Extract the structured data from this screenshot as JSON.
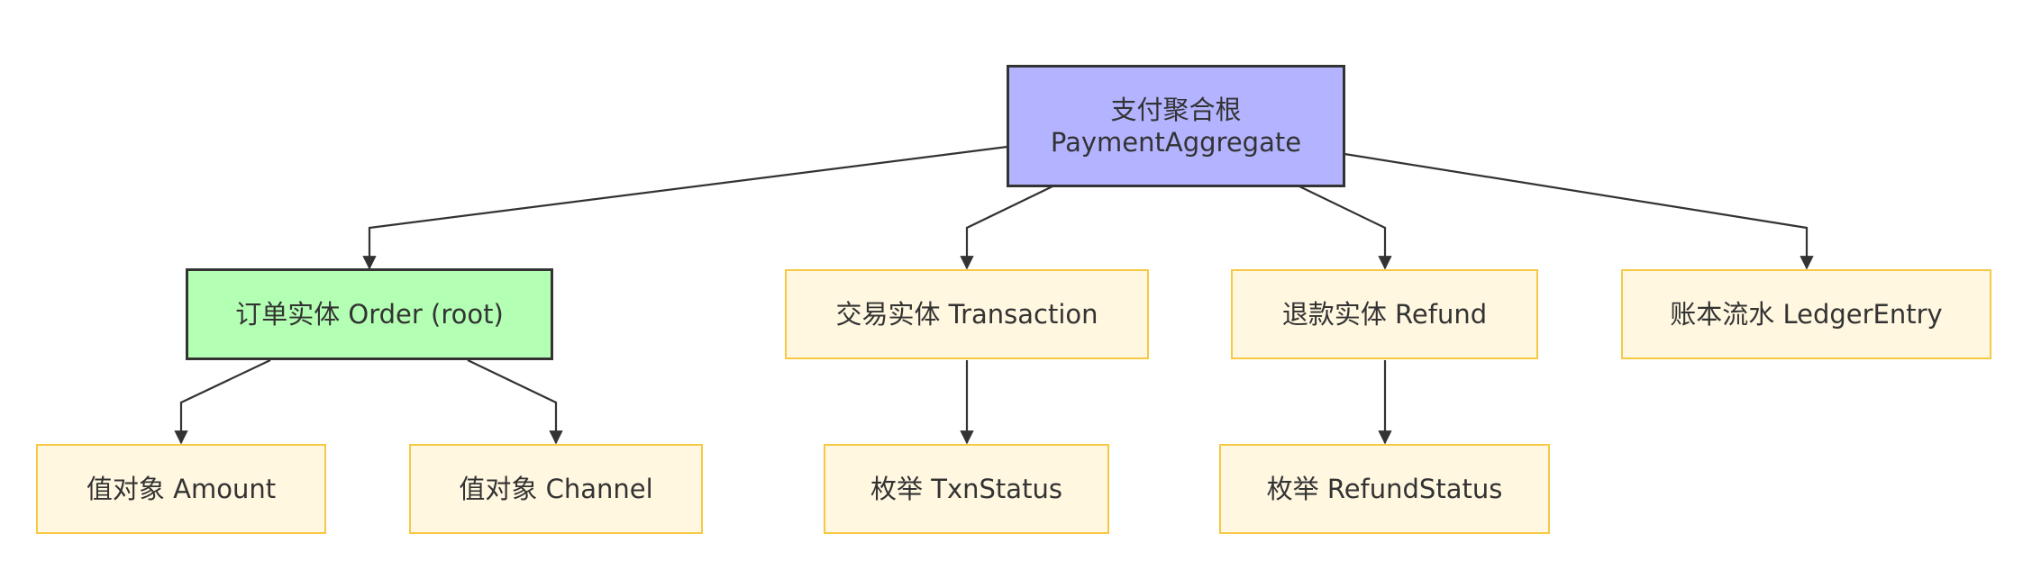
{
  "diagram": {
    "nodes": {
      "payment_aggregate": {
        "line1": "支付聚合根",
        "line2": "PaymentAggregate"
      },
      "order": {
        "label": "订单实体 Order (root)"
      },
      "transaction": {
        "label": "交易实体 Transaction"
      },
      "refund": {
        "label": "退款实体 Refund"
      },
      "ledger": {
        "label": "账本流水 LedgerEntry"
      },
      "amount": {
        "label": "值对象 Amount"
      },
      "channel": {
        "label": "值对象 Channel"
      },
      "txn_status": {
        "label": "枚举 TxnStatus"
      },
      "refund_status": {
        "label": "枚举 RefundStatus"
      }
    },
    "edges": [
      {
        "from": "payment_aggregate",
        "to": "order"
      },
      {
        "from": "payment_aggregate",
        "to": "transaction"
      },
      {
        "from": "payment_aggregate",
        "to": "refund"
      },
      {
        "from": "payment_aggregate",
        "to": "ledger"
      },
      {
        "from": "order",
        "to": "amount"
      },
      {
        "from": "order",
        "to": "channel"
      },
      {
        "from": "transaction",
        "to": "txn_status"
      },
      {
        "from": "refund",
        "to": "refund_status"
      }
    ],
    "colors": {
      "root_fill": "#b3b3ff",
      "entity_root_fill": "#b3ffb3",
      "node_fill": "#fff7e0",
      "node_border": "#f6c945",
      "stroke": "#333333"
    }
  }
}
